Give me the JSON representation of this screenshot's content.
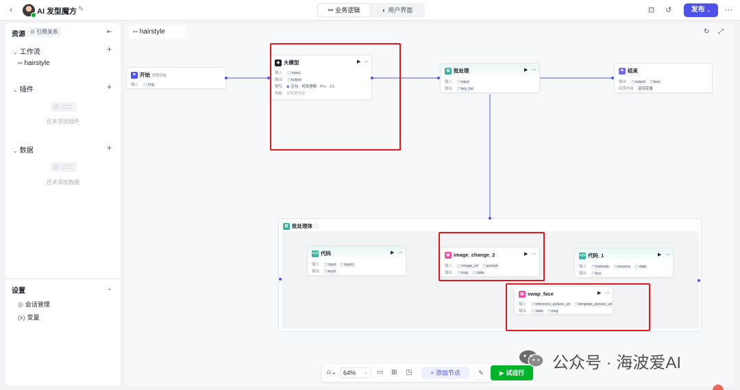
{
  "header": {
    "back_icon": "chevron-left-icon",
    "app_title": "AI 发型魔方",
    "mode_tabs": [
      {
        "label": "业务逻辑",
        "active": true
      },
      {
        "label": "用户界面",
        "active": false
      }
    ],
    "publish_label": "发布"
  },
  "sidebar": {
    "resources_label": "资源",
    "references_label": "引用关系",
    "workflow_label": "工作流",
    "workflow_item": "hairstyle",
    "plugins_label": "插件",
    "plugins_empty": "还未添加插件",
    "data_label": "数据",
    "data_empty": "还未添加数据",
    "settings_label": "设置",
    "settings_items": [
      {
        "label": "会话管理",
        "icon": "chat-manage-icon"
      },
      {
        "label": "变量",
        "icon": "variable-icon"
      }
    ]
  },
  "canvas": {
    "tab_label": "hairstyle",
    "nodes": {
      "start": {
        "title": "开始",
        "subtitle": "流程初始",
        "input_label": "输入",
        "input": "img"
      },
      "llm": {
        "title": "大模型",
        "input_label": "输入",
        "input": "input",
        "output_label": "输出",
        "output": "output",
        "model_label": "模型",
        "model": "豆包 · 视觉理解 · Pro · 1.5",
        "skill_label": "技能",
        "skill": "未配置技能"
      },
      "batch": {
        "title": "批处理",
        "input_label": "输入",
        "input": "input",
        "output_label": "输出",
        "output": "key_list"
      },
      "end": {
        "title": "结束",
        "output_label": "输出",
        "outputs": [
          "output",
          "face"
        ],
        "answer_label": "回答内容",
        "answer": "返回变量"
      },
      "batch_body": {
        "title": "批处理体"
      },
      "code": {
        "title": "代码",
        "input_label": "输入",
        "inputs": [
          "input",
          "input1"
        ],
        "output_label": "输出",
        "output": "key0"
      },
      "image_change": {
        "title": "image_change_2",
        "input_label": "输入",
        "inputs": [
          "image_url",
          "prompt"
        ],
        "output_label": "输出",
        "outputs": [
          "msg",
          "data"
        ]
      },
      "code1": {
        "title": "代码_1",
        "input_label": "输入",
        "inputs": [
          "hairstyle",
          "reasons",
          "data"
        ],
        "output_label": "输出",
        "output": "key"
      },
      "swap_face": {
        "title": "swap_face",
        "input_label": "输入",
        "inputs": [
          "reference_picture_url",
          "template_picture_url"
        ],
        "output_label": "输出",
        "outputs": [
          "data",
          "msg"
        ]
      }
    }
  },
  "toolbar": {
    "zoom": "64%",
    "add_node_label": "添加节点",
    "run_label": "试运行"
  },
  "watermark": {
    "text": "公众号 · 海波爱AI"
  },
  "colors": {
    "accent": "#4d53e8",
    "run": "#00b42a",
    "highlight": "#e5141b"
  }
}
